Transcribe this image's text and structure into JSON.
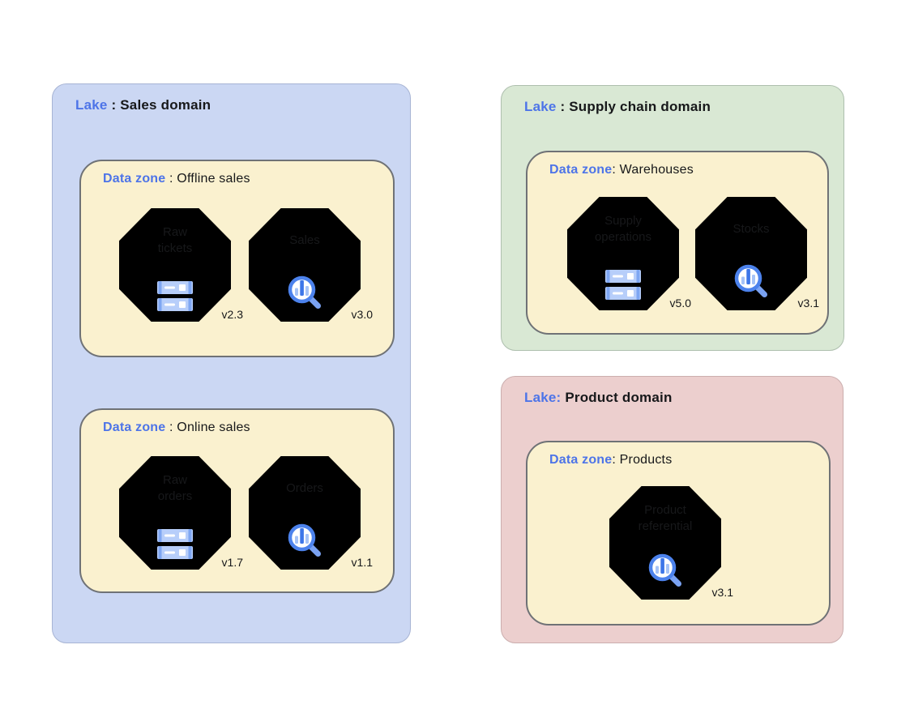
{
  "palette": {
    "accent_text_blue": "#4d74e8",
    "lake_sales_bg": "#cbd7f3",
    "lake_supply_bg": "#d9e8d4",
    "lake_product_bg": "#eccfce",
    "zone_bg": "#faf1cf",
    "octagon_blue": "#4a7de8",
    "octagon_green": "#3f9d4b",
    "octagon_black": "#1f1f1f",
    "icon_blue": "#4c82ec",
    "icon_light_blue": "#a6c3f7"
  },
  "lakes": [
    {
      "title_prefix": "Lake",
      "title_rest": " : Sales domain",
      "zones": [
        {
          "title_prefix": "Data zone",
          "title_rest": " : Offline sales",
          "assets": [
            {
              "name": "Raw\ntickets",
              "version": "v2.3",
              "icon": "storage-icon"
            },
            {
              "name": "Sales",
              "version": "v3.0",
              "icon": "search-analytics-icon"
            }
          ]
        },
        {
          "title_prefix": "Data zone",
          "title_rest": " : Online sales",
          "assets": [
            {
              "name": "Raw\norders",
              "version": "v1.7",
              "icon": "storage-icon"
            },
            {
              "name": "Orders",
              "version": "v1.1",
              "icon": "search-analytics-icon"
            }
          ]
        }
      ]
    },
    {
      "title_prefix": "Lake",
      "title_rest": " : Supply chain domain",
      "zones": [
        {
          "title_prefix": "Data zone",
          "title_rest": ": Warehouses",
          "assets": [
            {
              "name": "Supply\noperations",
              "version": "v5.0",
              "icon": "storage-icon"
            },
            {
              "name": "Stocks",
              "version": "v3.1",
              "icon": "search-analytics-icon"
            }
          ]
        }
      ]
    },
    {
      "title_prefix": "Lake:",
      "title_rest": " Product domain",
      "zones": [
        {
          "title_prefix": "Data zone",
          "title_rest": ": Products",
          "assets": [
            {
              "name": "Product\nreferential",
              "version": "v3.1",
              "icon": "search-analytics-icon"
            }
          ]
        }
      ]
    }
  ]
}
